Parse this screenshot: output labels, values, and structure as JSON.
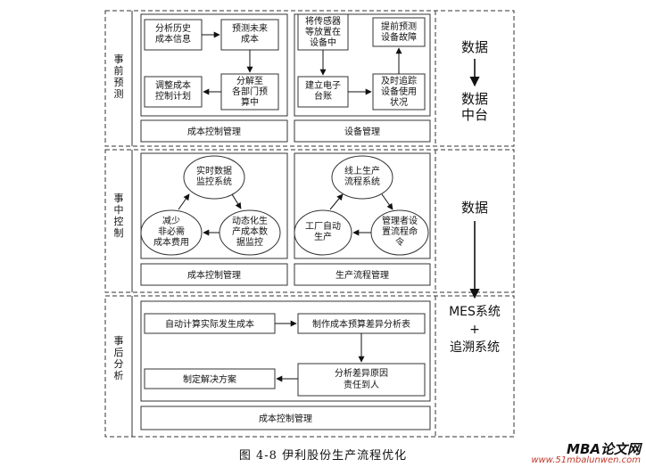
{
  "phases": [
    {
      "label": "事前预测"
    },
    {
      "label": "事中控制"
    },
    {
      "label": "事后分析"
    }
  ],
  "pre": {
    "left_footer": "成本控制管理",
    "right_footer": "设备管理",
    "boxes": {
      "a": [
        "分析历史",
        "成本信息"
      ],
      "b": [
        "预测未来",
        "成本"
      ],
      "c": [
        "分解至",
        "各部门预",
        "算中"
      ],
      "d": [
        "调整成本",
        "控制计划"
      ],
      "e": [
        "将传感器",
        "等放置在",
        "设备中"
      ],
      "f": [
        "提前预测",
        "设备故障"
      ],
      "g": [
        "及时追踪",
        "设备使用",
        "状况"
      ],
      "h": [
        "建立电子",
        "台账"
      ]
    }
  },
  "mid": {
    "left_footer": "成本控制管理",
    "right_footer": "生产流程管理",
    "circles": {
      "l1": [
        "实时数据",
        "监控系统"
      ],
      "l2": [
        "动态化生",
        "产成本数",
        "据监控"
      ],
      "l3": [
        "减少",
        "非必需",
        "成本费用"
      ],
      "r1": [
        "线上生产",
        "流程系统"
      ],
      "r2": [
        "管理者设",
        "置流程命",
        "令"
      ],
      "r3": [
        "工厂自动",
        "生产"
      ]
    }
  },
  "post": {
    "footer": "成本控制管理",
    "boxes": {
      "a": [
        "自动计算实际发生成本"
      ],
      "b": [
        "制作成本预算差异分析表"
      ],
      "c": [
        "分析差异原因",
        "责任到人"
      ],
      "d": [
        "制定解决方案"
      ]
    }
  },
  "right_panel": {
    "data1": "数据",
    "data_center": [
      "数据",
      "中台"
    ],
    "data2": "数据",
    "mes": "MES系统",
    "plus": "+",
    "trace": "追溯系统"
  },
  "caption": "图 4-8 伊利股份生产流程优化",
  "watermark": {
    "title": "MBA论文网",
    "url": "www.51mbalunwen.com"
  }
}
